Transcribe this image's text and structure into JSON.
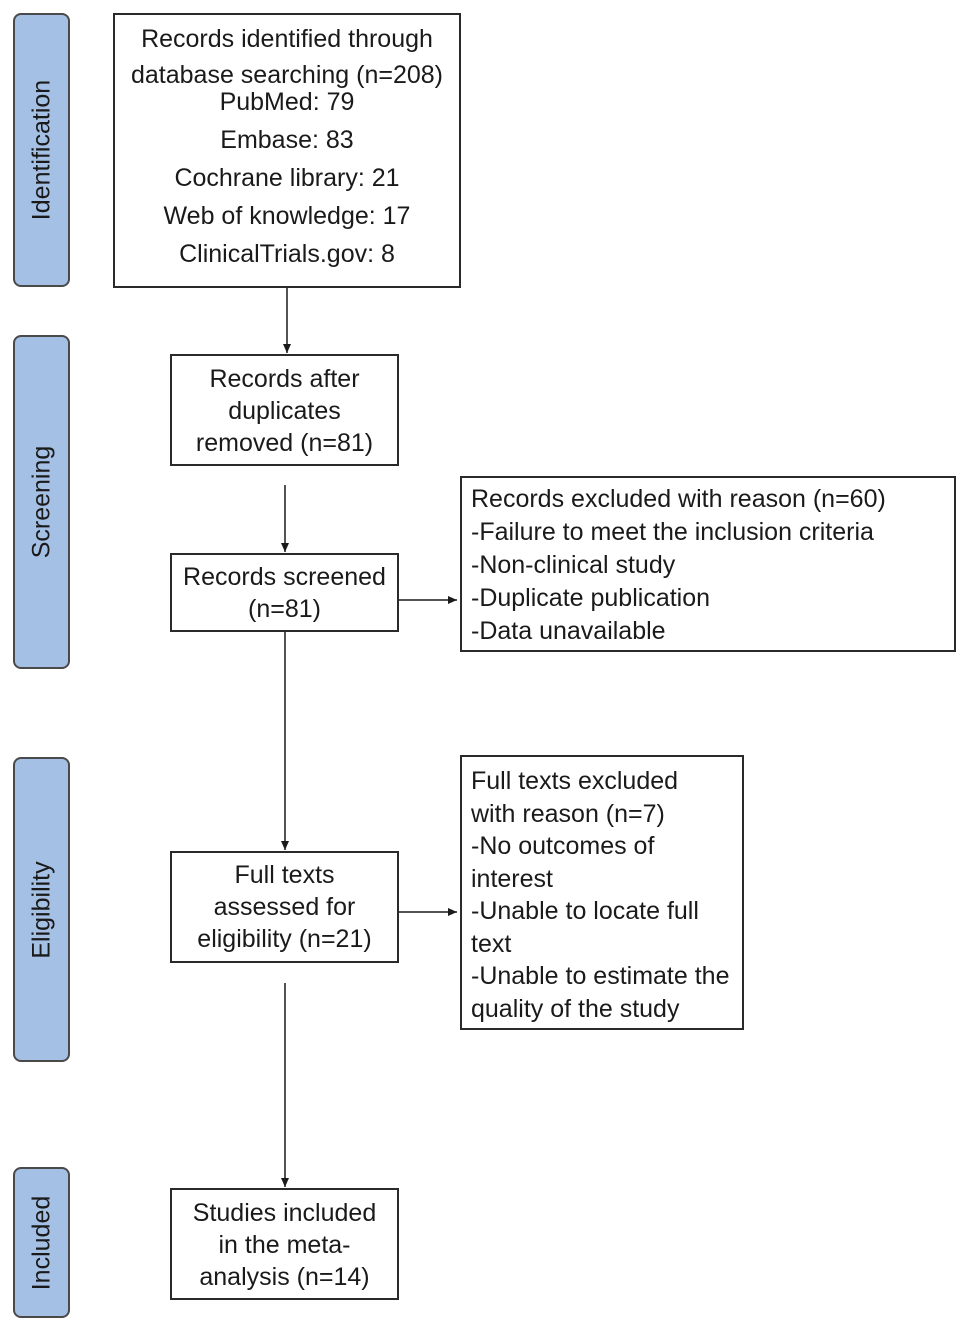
{
  "phases": [
    {
      "label": "Identification"
    },
    {
      "label": "Screening"
    },
    {
      "label": "Eligibility"
    },
    {
      "label": "Included"
    }
  ],
  "boxes": {
    "identified": {
      "lines": [
        "Records identified through",
        "database searching (n=208)",
        "PubMed: 79",
        "Embase: 83",
        "Cochrane library: 21",
        "Web of knowledge: 17",
        "ClinicalTrials.gov: 8"
      ]
    },
    "duplicates_removed": {
      "lines": [
        "Records after",
        "duplicates",
        "removed (n=81)"
      ]
    },
    "screened": {
      "lines": [
        "Records screened",
        "(n=81)"
      ]
    },
    "excluded_records": {
      "lines": [
        "Records excluded with reason (n=60)",
        "-Failure to meet the inclusion criteria",
        "-Non-clinical study",
        "-Duplicate publication",
        "-Data unavailable"
      ]
    },
    "fulltext_assessed": {
      "lines": [
        "Full texts",
        "assessed for",
        "eligibility (n=21)"
      ]
    },
    "fulltext_excluded": {
      "lines": [
        "Full texts excluded",
        "with reason (n=7)",
        "-No outcomes of",
        "interest",
        "-Unable to locate full",
        "text",
        "-Unable to estimate the",
        "quality of the study"
      ]
    },
    "included": {
      "lines": [
        "Studies included",
        "in the meta-",
        "analysis (n=14)"
      ]
    }
  }
}
